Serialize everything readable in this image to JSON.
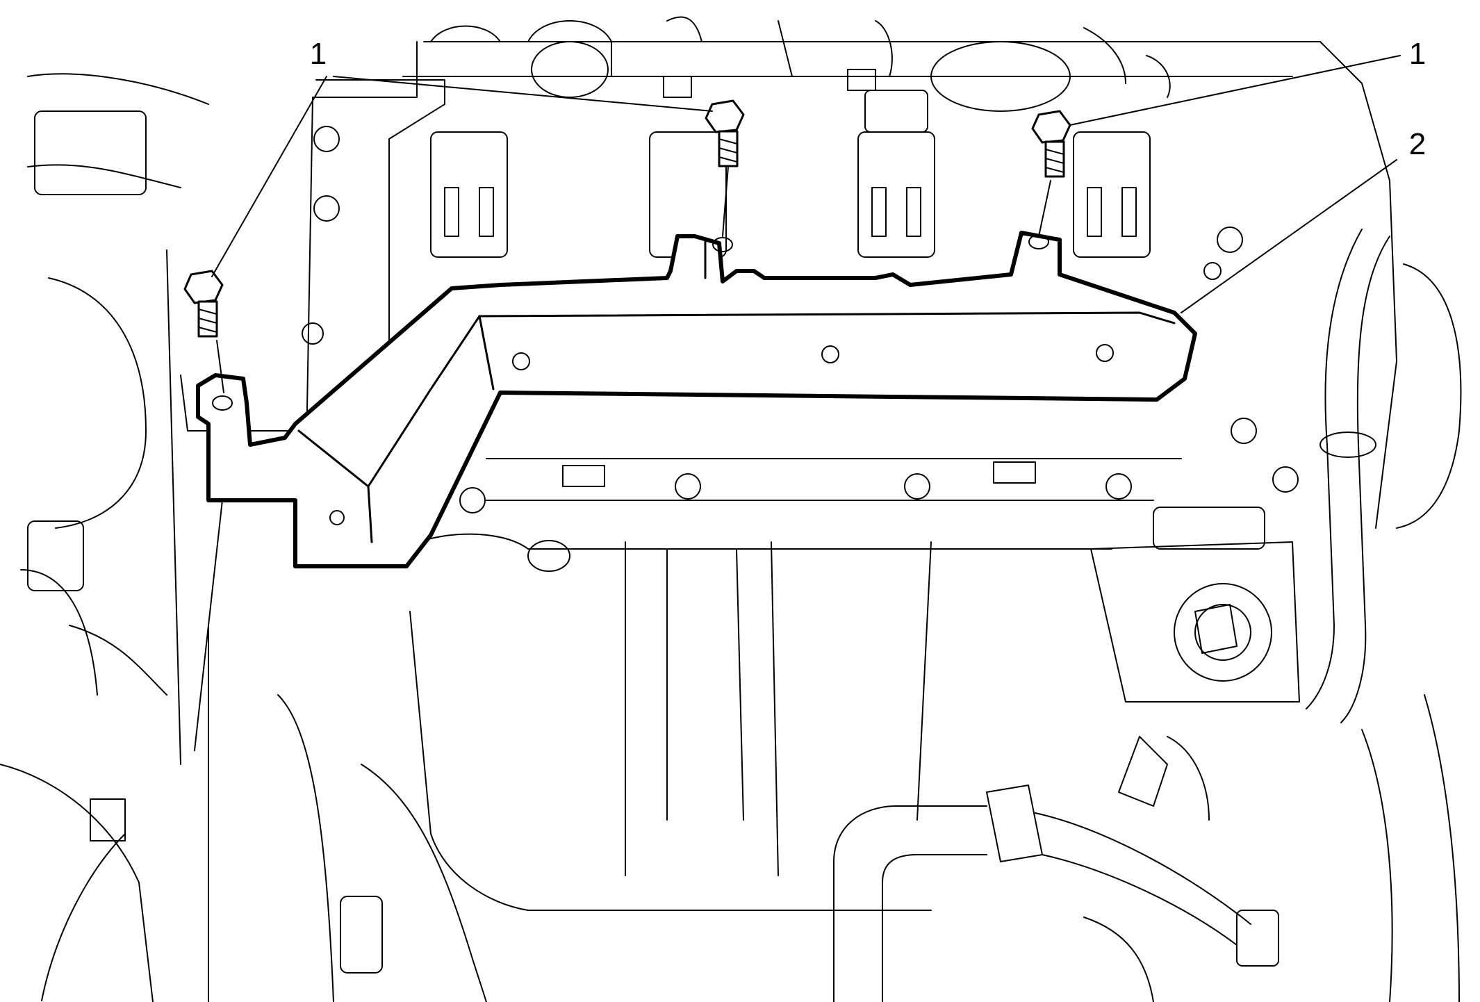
{
  "callouts": {
    "bolt_left": "1",
    "bolt_center": "1",
    "bolt_right": "1",
    "cover": "2"
  },
  "colors": {
    "line": "#000000",
    "background": "#ffffff"
  }
}
